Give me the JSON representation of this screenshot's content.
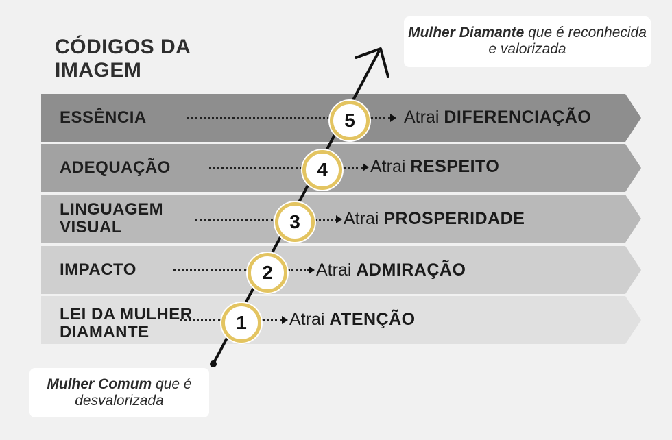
{
  "title": "CÓDIGOS DA IMAGEM",
  "top_note": {
    "bold": "Mulher Diamante",
    "rest": " que é reconhecida e valorizada"
  },
  "bottom_note": {
    "bold": "Mulher Comum",
    "rest": " que é desvalorizada"
  },
  "levels": [
    {
      "number": "5",
      "label": "ESSÊNCIA",
      "prefix": "Atrai ",
      "result": "DIFERENCIAÇÃO",
      "color": "#8e8e8e"
    },
    {
      "number": "4",
      "label": "ADEQUAÇÃO",
      "prefix": "Atrai ",
      "result": "RESPEITO",
      "color": "#a2a2a2"
    },
    {
      "number": "3",
      "label": "LINGUAGEM VISUAL",
      "prefix": "Atrai ",
      "result": "PROSPERIDADE",
      "color": "#b9b9b9"
    },
    {
      "number": "2",
      "label": "IMPACTO",
      "prefix": "Atrai ",
      "result": "ADMIRAÇÃO",
      "color": "#cfcfcf"
    },
    {
      "number": "1",
      "label": "LEI DA MULHER DIAMANTE",
      "prefix": "Atrai ",
      "result": "ATENÇÃO",
      "color": "#e0e0e0"
    }
  ],
  "colors": {
    "badge_ring": "#e3c461",
    "line": "#111111"
  }
}
